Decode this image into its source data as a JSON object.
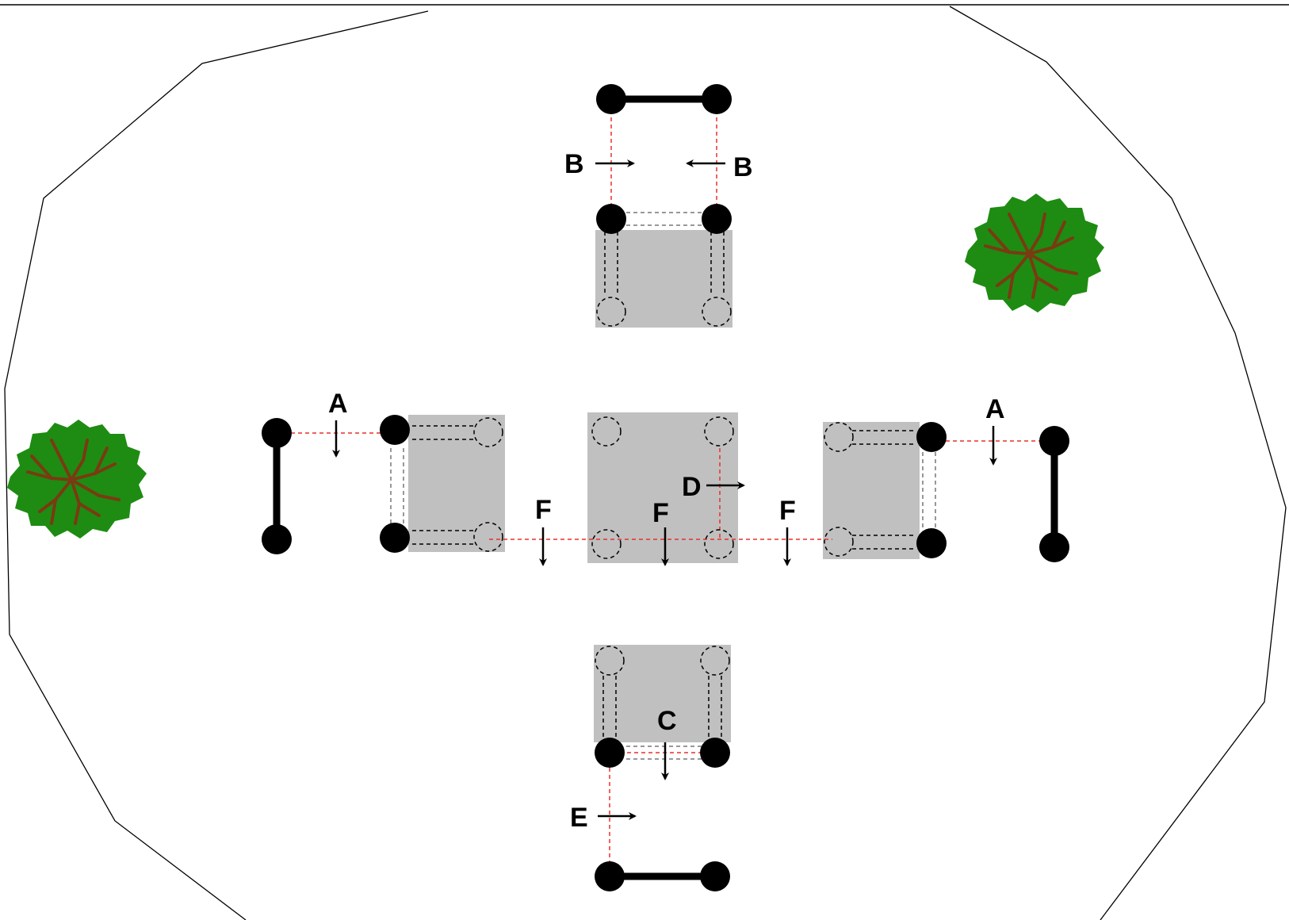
{
  "labels": {
    "a_left": "A",
    "a_right": "A",
    "b_left": "B",
    "b_right": "B",
    "c": "C",
    "d": "D",
    "e": "E",
    "f_left": "F",
    "f_mid": "F",
    "f_right": "F"
  },
  "colors": {
    "background": "#ffffff",
    "tile": "#c0c0c0",
    "guide": "#e8302a",
    "tree_foliage": "#1e8c12",
    "tree_branches": "#7a3a12"
  }
}
